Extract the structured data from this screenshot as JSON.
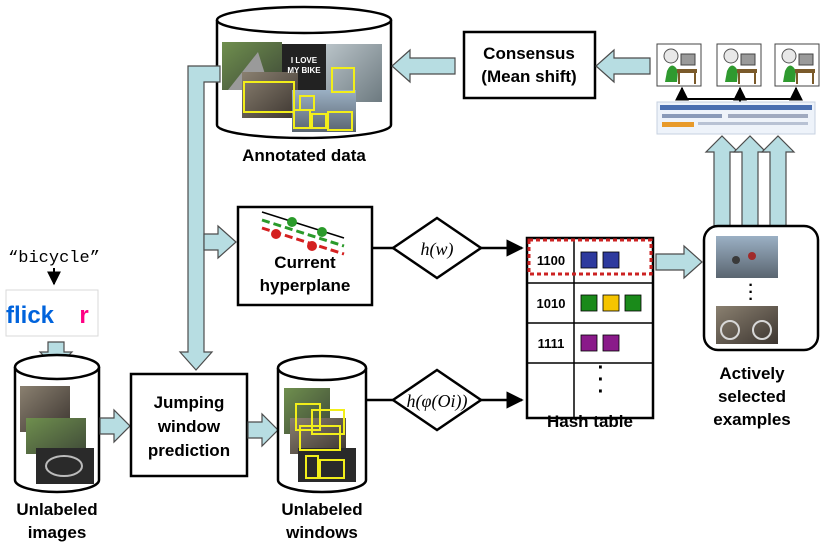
{
  "query": "“bicycle”",
  "flickr_logo": "flickr",
  "love_sign": [
    "I LOVE",
    "MY BIKE"
  ],
  "labels": {
    "annotated_data": "Annotated data",
    "consensus": [
      "Consensus",
      "(Mean shift)"
    ],
    "current_hyperplane": [
      "Current",
      "hyperplane"
    ],
    "jumping_window": [
      "Jumping",
      "window",
      "prediction"
    ],
    "unlabeled_images": [
      "Unlabeled",
      "images"
    ],
    "unlabeled_windows": [
      "Unlabeled",
      "windows"
    ],
    "hash_table": "Hash table",
    "actively_selected": [
      "Actively",
      "selected",
      "examples"
    ]
  },
  "functions": {
    "hw": "h(w)",
    "hphi": "h(φ(Oi))"
  },
  "hash_table": {
    "rows": [
      {
        "key": "1100",
        "cells": [
          "#2e3a9e",
          "#2e3a9e"
        ],
        "highlighted": true
      },
      {
        "key": "1010",
        "cells": [
          "#1a8a1a",
          "#f5c400",
          "#1a8a1a"
        ],
        "highlighted": false
      },
      {
        "key": "1111",
        "cells": [
          "#8a1a8a",
          "#8a1a8a"
        ],
        "highlighted": false
      },
      {
        "key": "",
        "cells": [],
        "highlighted": false,
        "ellipsis": true
      }
    ]
  },
  "colors": {
    "arrow_fill": "#b7dde2",
    "annotation_box": "#f2ee1a",
    "highlight_border": "#cc2222"
  },
  "icons": [
    "annotator-icon",
    "annotator-icon",
    "annotator-icon"
  ]
}
